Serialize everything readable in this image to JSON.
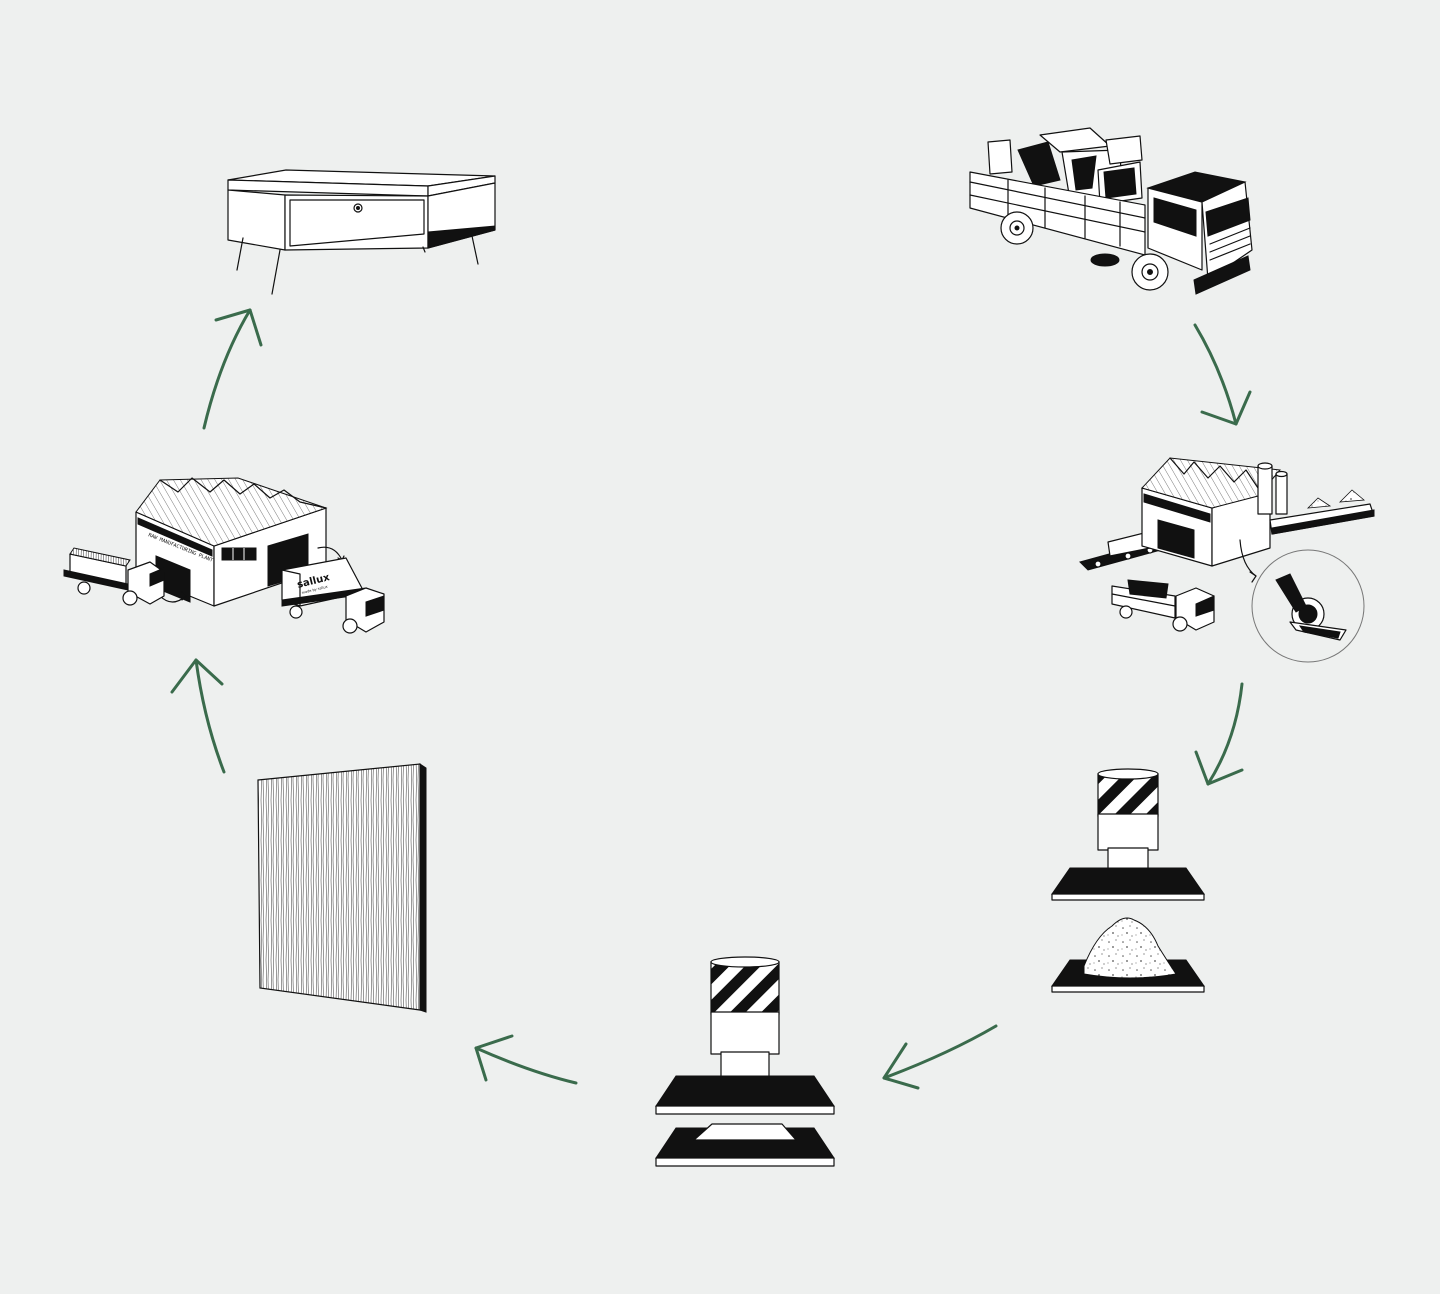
{
  "diagram": {
    "accent_color": "#3a6b4c",
    "background_color": "#eef0ef",
    "stages": [
      {
        "icon": "coffee-table-icon"
      },
      {
        "icon": "truck-with-waste-icon"
      },
      {
        "icon": "recycling-factory-icon"
      },
      {
        "icon": "press-with-pile-icon"
      },
      {
        "icon": "press-with-panel-icon"
      },
      {
        "icon": "panel-board-icon"
      },
      {
        "icon": "manufacturing-plant-icon"
      }
    ],
    "factory_sign": "RAW MANUFACTURING PLANT",
    "truck_brand": "sallux",
    "truck_brand_sub": "made by sallux"
  }
}
